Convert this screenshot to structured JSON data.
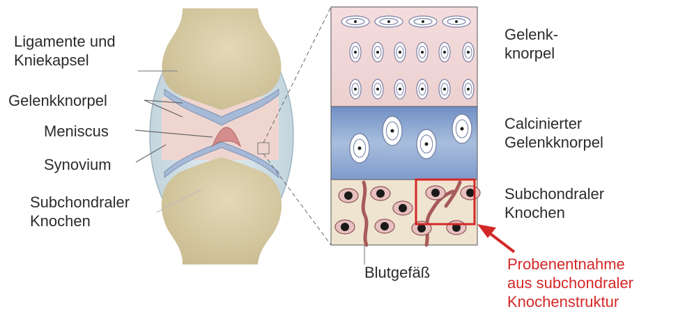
{
  "left_labels": {
    "ligaments": "Ligamente und\nKniekapsel",
    "articular_cartilage": "Gelenkknorpel",
    "meniscus": "Meniscus",
    "synovium": "Synovium",
    "subchondral_bone": "Subchondraler\nKnochen"
  },
  "right_labels": {
    "articular_cartilage": "Gelenk-\nknorpel",
    "calcified_cartilage": "Calcinierter\nGelenkknorpel",
    "subchondral_bone": "Subchondraler\nKnochen",
    "blood_vessel": "Blutgefäß"
  },
  "sampling_note": "Probenentnahme\naus subchondraler\nKnochenstruktur",
  "colors": {
    "bone": "#d8cca6",
    "cartilage_layer": "#f2dede",
    "calcified_layer": "#8fa8cf",
    "subchondral_layer": "#efe4d0",
    "highlight": "#d42727"
  }
}
